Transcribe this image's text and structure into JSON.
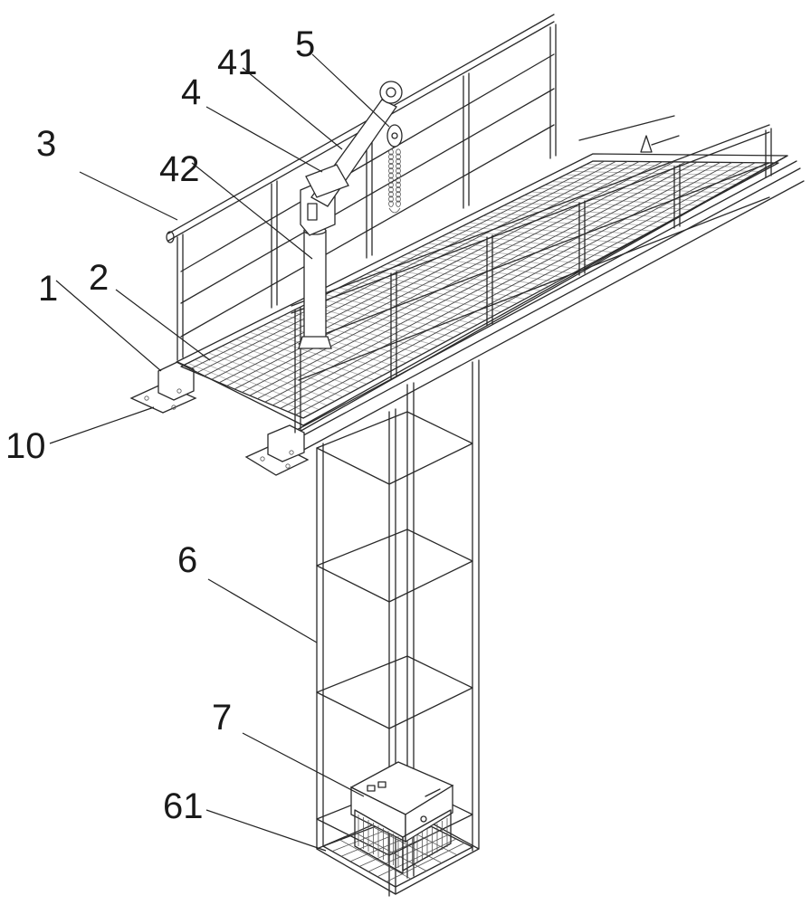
{
  "labels": [
    {
      "id": "1",
      "text": "1"
    },
    {
      "id": "2",
      "text": "2"
    },
    {
      "id": "3",
      "text": "3"
    },
    {
      "id": "4",
      "text": "4"
    },
    {
      "id": "5",
      "text": "5"
    },
    {
      "id": "6",
      "text": "6"
    },
    {
      "id": "7",
      "text": "7"
    },
    {
      "id": "10",
      "text": "10"
    },
    {
      "id": "41",
      "text": "41"
    },
    {
      "id": "42",
      "text": "42"
    },
    {
      "id": "61",
      "text": "61"
    }
  ],
  "colors": {
    "line": "#2a2a2a",
    "background": "#ffffff"
  }
}
